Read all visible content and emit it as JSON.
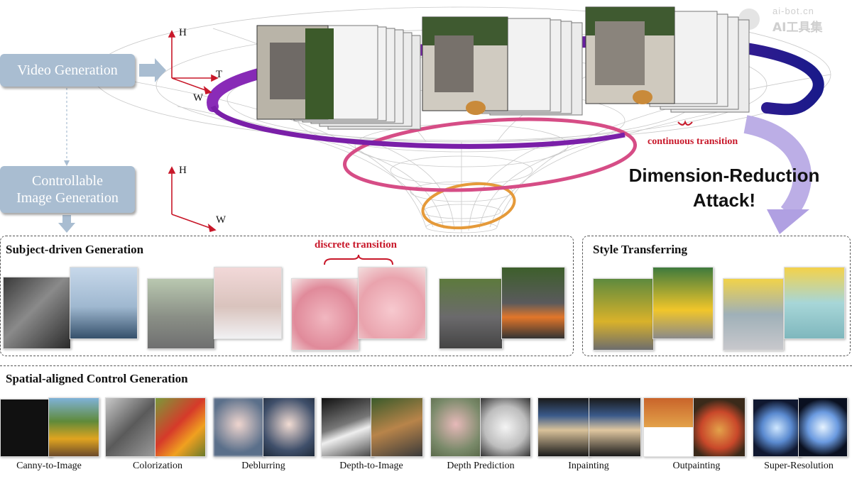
{
  "watermark": {
    "domain": "ai-bot.cn",
    "brand": "AI工具集"
  },
  "flow": {
    "video_generation": "Video Generation",
    "controllable_image_generation": "Controllable Image Generation"
  },
  "axes": {
    "top": {
      "h": "H",
      "t": "T",
      "w": "W"
    },
    "bottom": {
      "h": "H",
      "w": "W"
    }
  },
  "annotations": {
    "continuous_transition": "continuous transition",
    "discrete_transition": "discrete transition",
    "attack_line1": "Dimension-Reduction",
    "attack_line2": "Attack!"
  },
  "sections": {
    "subject_driven": "Subject-driven Generation",
    "style_transferring": "Style Transferring",
    "spatial_aligned": "Spatial-aligned Control Generation"
  },
  "captions": [
    "Canny-to-Image",
    "Colorization",
    "Deblurring",
    "Depth-to-Image",
    "Depth Prediction",
    "Inpainting",
    "Outpainting",
    "Super-Resolution"
  ],
  "colors": {
    "box_fill": "#a9bdd1",
    "arrow_fill": "#a9bdd1",
    "accent_red": "#c8182a",
    "ring_purple": "#7a1fa8",
    "ring_navy": "#1a1a8a",
    "ring_pink": "#d64d86",
    "ring_orange": "#e59a3a",
    "attack_arrow": "#b9a9e3"
  }
}
